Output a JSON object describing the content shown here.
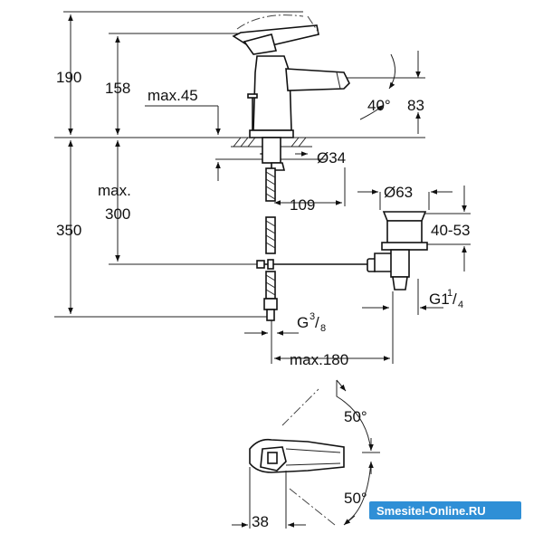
{
  "dimensions": {
    "d190": "190",
    "d158": "158",
    "max45": "max.45",
    "max300_a": "max.",
    "max300_b": "300",
    "d350": "350",
    "angle40": "40°",
    "d83": "83",
    "dia34": "Ø34",
    "d109": "109",
    "dia63": "Ø63",
    "d40_53": "40-53",
    "g1": "G1",
    "g1_num": "1",
    "g1_slash": "/",
    "g1_den": "4",
    "g38": "G",
    "g38_num": "3",
    "g38_slash": "/",
    "g38_den": "8",
    "max180": "max.180",
    "angle50_top": "50°",
    "angle50_bottom": "50°",
    "d38": "38"
  },
  "watermark": {
    "text": "Smesitel-Online.RU",
    "color": "#2f8fd6"
  }
}
